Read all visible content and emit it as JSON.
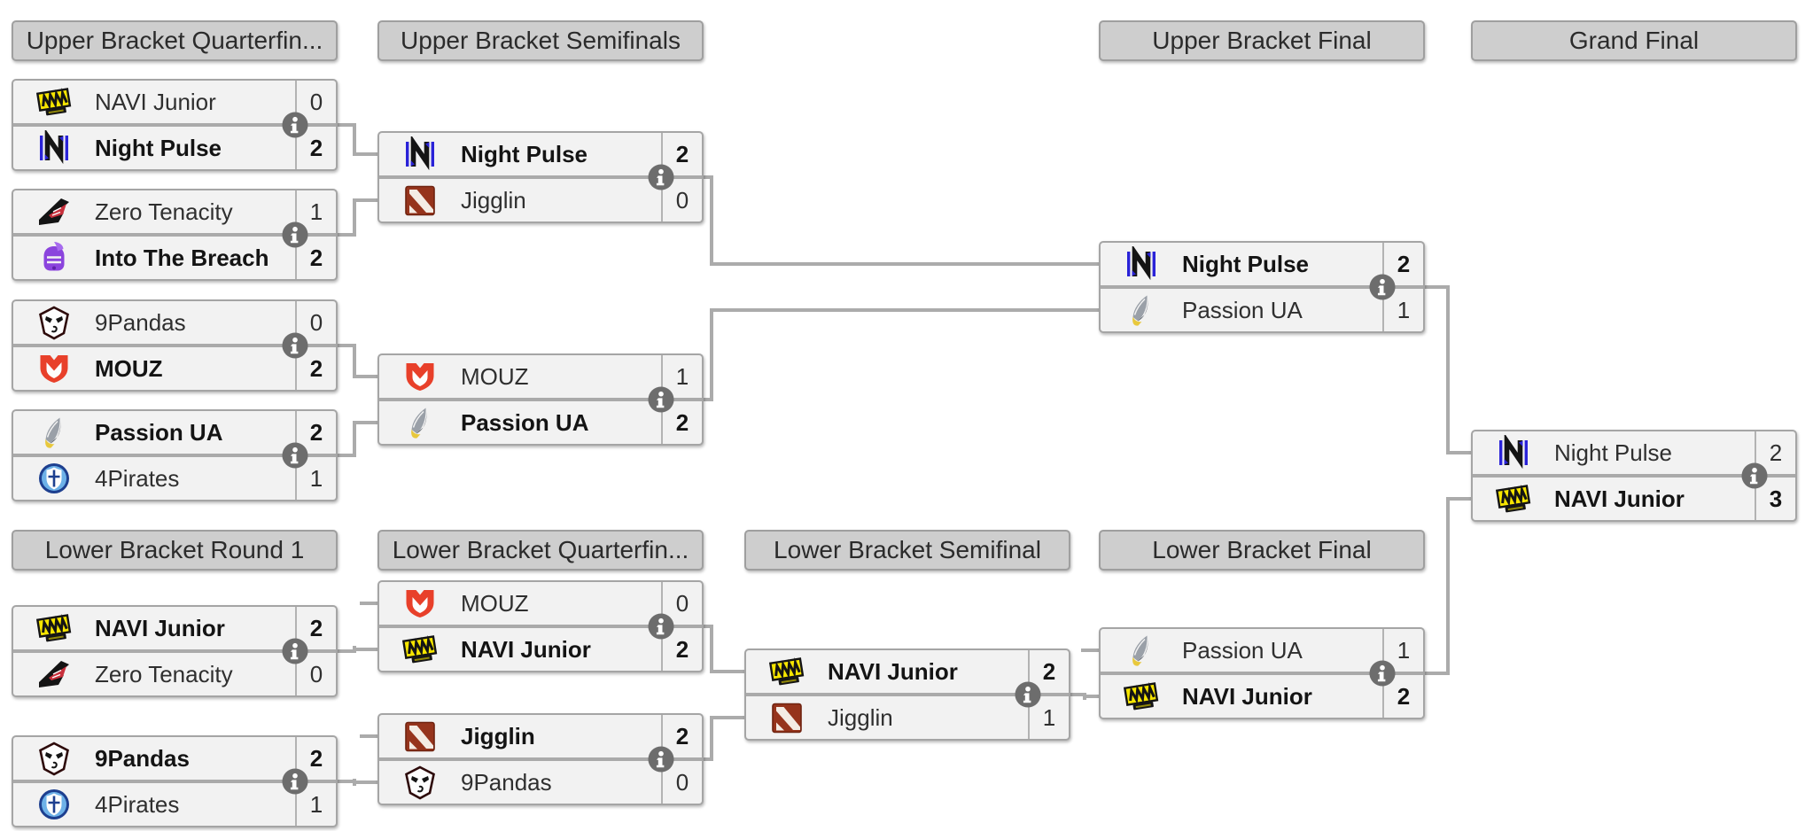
{
  "headers": {
    "ub_quarterfinals": "Upper Bracket Quarterfin...",
    "ub_semifinals": "Upper Bracket Semifinals",
    "ub_final": "Upper Bracket Final",
    "grand_final": "Grand Final",
    "lb_round1": "Lower Bracket Round 1",
    "lb_quarterfinals": "Lower Bracket Quarterfin...",
    "lb_semifinal": "Lower Bracket Semifinal",
    "lb_final": "Lower Bracket Final"
  },
  "colors": {
    "header_bg": "#cecece",
    "row_bg": "#f2f2f2",
    "box_border": "#a5a5a5",
    "connector": "#ababab",
    "info_icon": "#6d6d6d"
  },
  "icons": {
    "info": "info-circle"
  },
  "matches": {
    "ubqf1": {
      "top": {
        "name": "NAVI Junior",
        "score": "0",
        "logo": "navi-junior",
        "winner": false
      },
      "bottom": {
        "name": "Night Pulse",
        "score": "2",
        "logo": "night-pulse",
        "winner": true
      }
    },
    "ubqf2": {
      "top": {
        "name": "Zero Tenacity",
        "score": "1",
        "logo": "zero-tenacity",
        "winner": false
      },
      "bottom": {
        "name": "Into The Breach",
        "score": "2",
        "logo": "into-the-breach",
        "winner": true
      }
    },
    "ubqf3": {
      "top": {
        "name": "9Pandas",
        "score": "0",
        "logo": "nine-pandas",
        "winner": false
      },
      "bottom": {
        "name": "MOUZ",
        "score": "2",
        "logo": "mouz",
        "winner": true
      }
    },
    "ubqf4": {
      "top": {
        "name": "Passion UA",
        "score": "2",
        "logo": "passion-ua",
        "winner": true
      },
      "bottom": {
        "name": "4Pirates",
        "score": "1",
        "logo": "four-pirates",
        "winner": false
      }
    },
    "ubsf1": {
      "top": {
        "name": "Night Pulse",
        "score": "2",
        "logo": "night-pulse",
        "winner": true
      },
      "bottom": {
        "name": "Jigglin",
        "score": "0",
        "logo": "dota2",
        "winner": false
      }
    },
    "ubsf2": {
      "top": {
        "name": "MOUZ",
        "score": "1",
        "logo": "mouz",
        "winner": false
      },
      "bottom": {
        "name": "Passion UA",
        "score": "2",
        "logo": "passion-ua",
        "winner": true
      }
    },
    "ubf": {
      "top": {
        "name": "Night Pulse",
        "score": "2",
        "logo": "night-pulse",
        "winner": true
      },
      "bottom": {
        "name": "Passion UA",
        "score": "1",
        "logo": "passion-ua",
        "winner": false
      }
    },
    "gf": {
      "top": {
        "name": "Night Pulse",
        "score": "2",
        "logo": "night-pulse",
        "winner": false
      },
      "bottom": {
        "name": "NAVI Junior",
        "score": "3",
        "logo": "navi-junior",
        "winner": true
      }
    },
    "lbr1m1": {
      "top": {
        "name": "NAVI Junior",
        "score": "2",
        "logo": "navi-junior",
        "winner": true
      },
      "bottom": {
        "name": "Zero Tenacity",
        "score": "0",
        "logo": "zero-tenacity",
        "winner": false
      }
    },
    "lbr1m2": {
      "top": {
        "name": "9Pandas",
        "score": "2",
        "logo": "nine-pandas",
        "winner": true
      },
      "bottom": {
        "name": "4Pirates",
        "score": "1",
        "logo": "four-pirates",
        "winner": false
      }
    },
    "lbqf1": {
      "top": {
        "name": "MOUZ",
        "score": "0",
        "logo": "mouz",
        "winner": false
      },
      "bottom": {
        "name": "NAVI Junior",
        "score": "2",
        "logo": "navi-junior",
        "winner": true
      }
    },
    "lbqf2": {
      "top": {
        "name": "Jigglin",
        "score": "2",
        "logo": "dota2",
        "winner": true
      },
      "bottom": {
        "name": "9Pandas",
        "score": "0",
        "logo": "nine-pandas",
        "winner": false
      }
    },
    "lbsf": {
      "top": {
        "name": "NAVI Junior",
        "score": "2",
        "logo": "navi-junior",
        "winner": true
      },
      "bottom": {
        "name": "Jigglin",
        "score": "1",
        "logo": "dota2",
        "winner": false
      }
    },
    "lbf": {
      "top": {
        "name": "Passion UA",
        "score": "1",
        "logo": "passion-ua",
        "winner": false
      },
      "bottom": {
        "name": "NAVI Junior",
        "score": "2",
        "logo": "navi-junior",
        "winner": true
      }
    }
  }
}
